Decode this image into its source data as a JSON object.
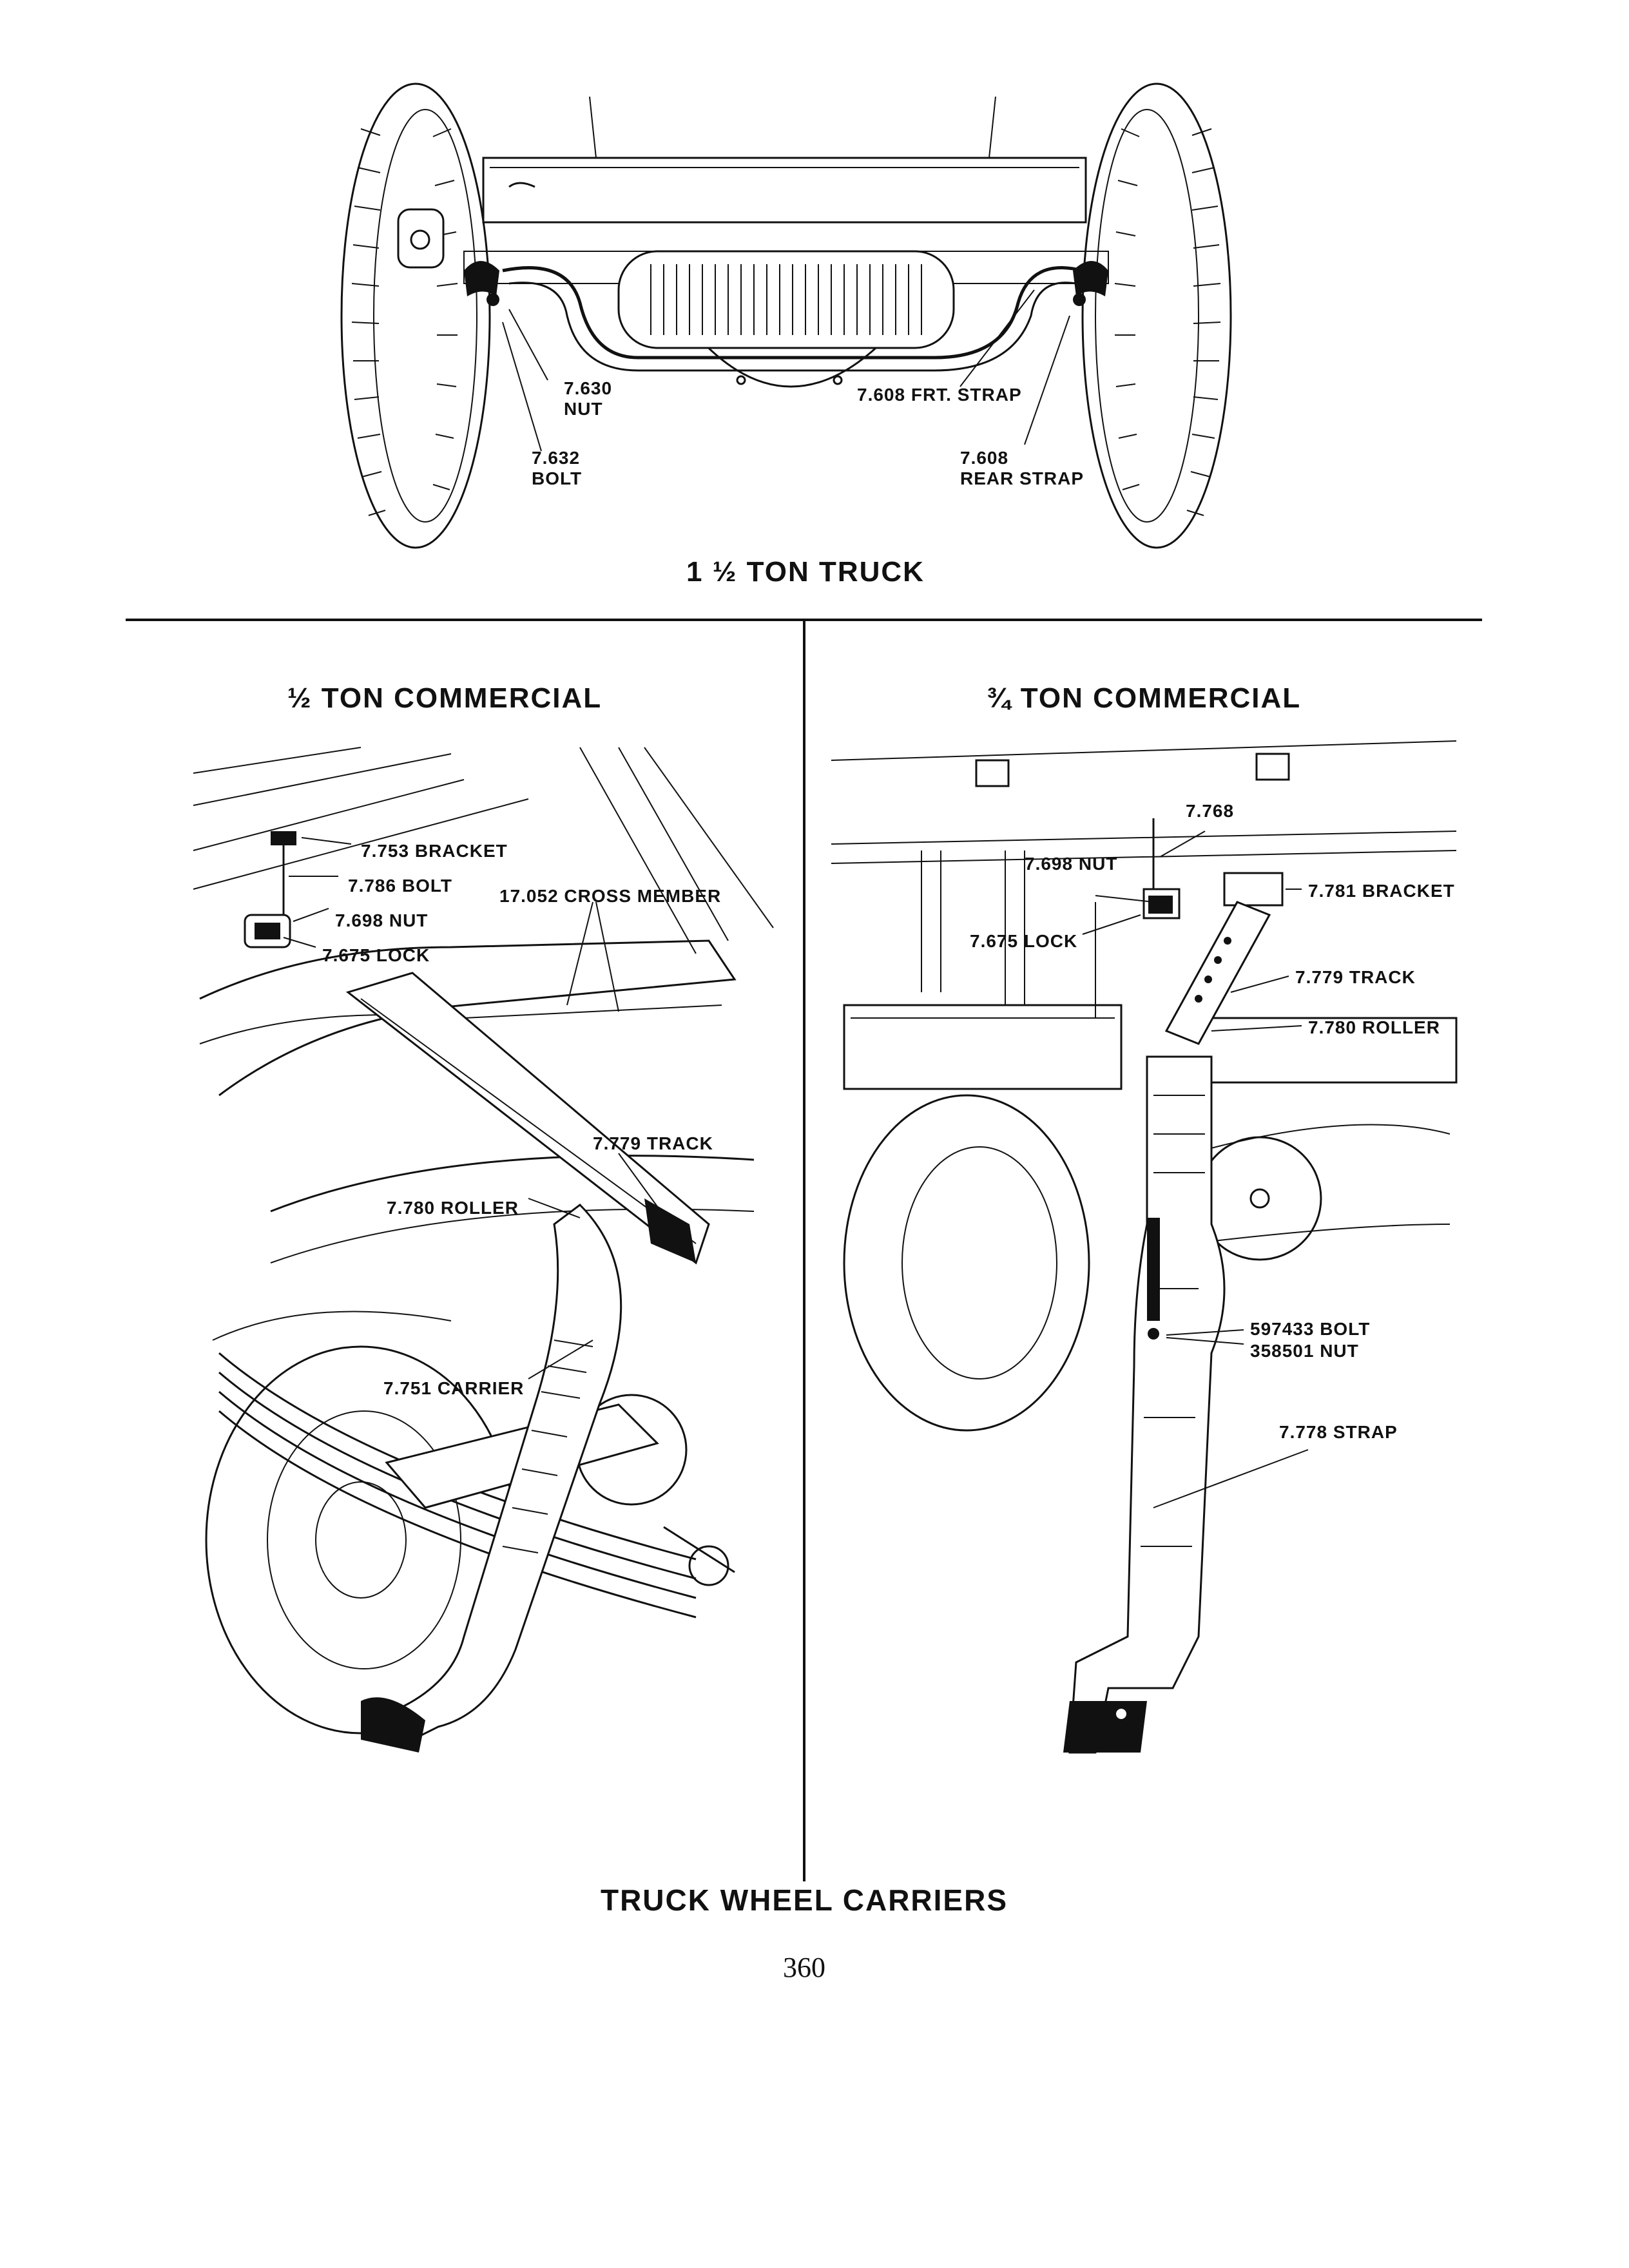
{
  "top_diagram": {
    "title": "1 ½ TON TRUCK",
    "labels": {
      "nut_num": "7.630",
      "nut_txt": "NUT",
      "bolt_num": "7.632",
      "bolt_txt": "BOLT",
      "frt_strap": "7.608 FRT. STRAP",
      "rear_num": "7.608",
      "rear_txt": "REAR STRAP"
    }
  },
  "left_diagram": {
    "title": "½ TON COMMERCIAL",
    "labels": {
      "bracket": "7.753 BRACKET",
      "bolt": "7.786 BOLT",
      "nut": "7.698 NUT",
      "lock": "7.675 LOCK",
      "cross_member": "17.052 CROSS MEMBER",
      "track": "7.779 TRACK",
      "roller": "7.780 ROLLER",
      "carrier": "7.751 CARRIER"
    }
  },
  "right_diagram": {
    "title": "¾ TON COMMERCIAL",
    "labels": {
      "part": "7.768",
      "nut": "7.698 NUT",
      "bracket": "7.781 BRACKET",
      "lock": "7.675 LOCK",
      "track": "7.779 TRACK",
      "roller": "7.780 ROLLER",
      "bolt": "597433 BOLT",
      "nut2": "358501 NUT",
      "strap": "7.778 STRAP"
    }
  },
  "caption": "TRUCK WHEEL CARRIERS",
  "page_number": "360"
}
